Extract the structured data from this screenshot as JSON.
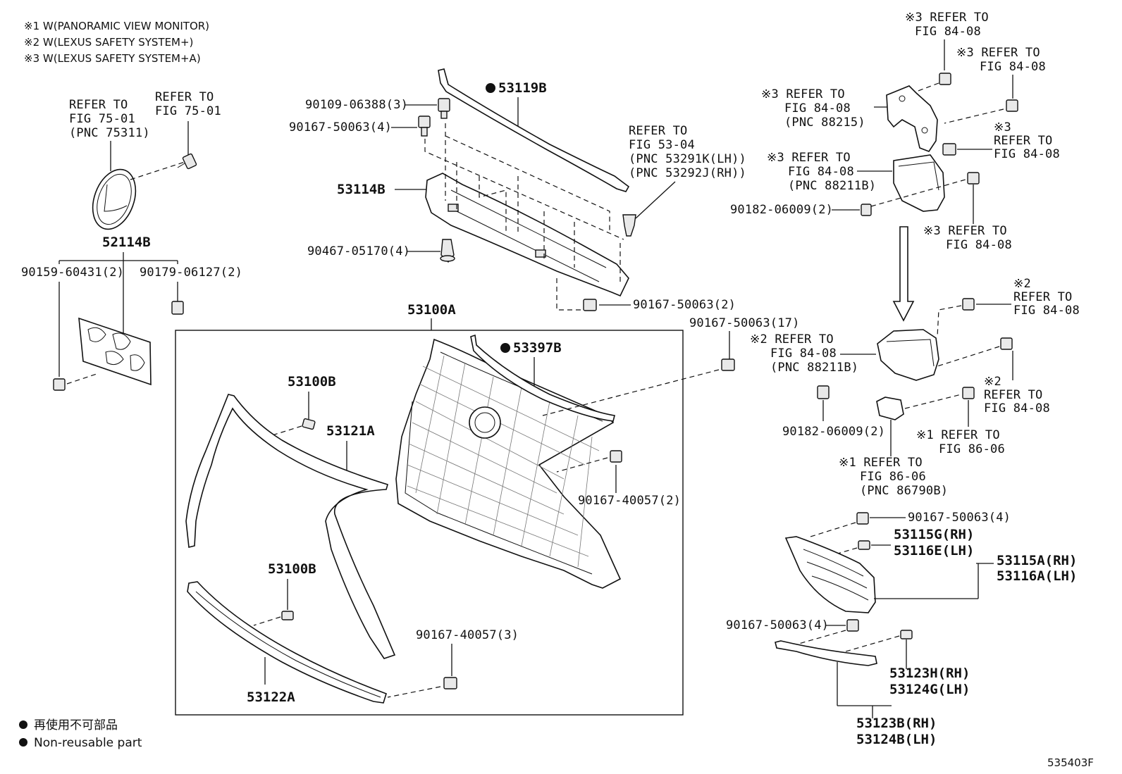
{
  "notes": [
    "※1 W(PANORAMIC VIEW MONITOR)",
    "※2 W(LEXUS SAFETY SYSTEM+)",
    "※3 W(LEXUS SAFETY SYSTEM+A)"
  ],
  "labels": {
    "p52114b": "52114B",
    "p90159": "90159-60431(2)",
    "p90179": "90179-06127(2)",
    "emblem_ref": [
      "REFER TO",
      "FIG 75-01",
      "(PNC 75311)"
    ],
    "emblem_bolt_ref": [
      "REFER TO",
      "FIG 75-01"
    ],
    "p53119b": "53119B",
    "p90109": "90109-06388(3)",
    "p90167_4_top": "90167-50063(4)",
    "p53114b": "53114B",
    "p90467": "90467-05170(4)",
    "ref_53_04": [
      "REFER TO",
      "FIG 53-04",
      "(PNC 53291K(LH))",
      "(PNC 53292J(RH))"
    ],
    "p90167_2": "90167-50063(2)",
    "p53100a": "53100A",
    "p90167_17": "90167-50063(17)",
    "p53397b": "53397B",
    "p53100b_top": "53100B",
    "p53121a": "53121A",
    "p90167_40057_2": "90167-40057(2)",
    "p53100b_bot": "53100B",
    "p90167_40057_3": "90167-40057(3)",
    "p53122a": "53122A",
    "ref3_a": [
      "※3 REFER TO",
      "FIG 84-08"
    ],
    "ref3_b": [
      "※3 REFER TO",
      "FIG 84-08"
    ],
    "ref3_c": [
      "※3 REFER TO",
      "FIG 84-08",
      "(PNC 88215)"
    ],
    "ref3_d": [
      "※3",
      "REFER TO",
      "FIG 84-08"
    ],
    "ref3_e": [
      "※3 REFER TO",
      "FIG 84-08",
      "(PNC 88211B)"
    ],
    "p90182_top": "90182-06009(2)",
    "ref3_f": [
      "※3 REFER TO",
      "FIG 84-08"
    ],
    "ref2_a": [
      "※2",
      "REFER TO",
      "FIG 84-08"
    ],
    "ref2_b": [
      "※2 REFER TO",
      "FIG 84-08",
      "(PNC 88211B)"
    ],
    "ref2_c": [
      "※2",
      "REFER TO",
      "FIG 84-08"
    ],
    "p90182_bot": "90182-06009(2)",
    "ref1_a": [
      "※1 REFER TO",
      "FIG 86-06"
    ],
    "ref1_b": [
      "※1 REFER TO",
      "FIG 86-06",
      "(PNC 86790B)"
    ],
    "p90167_4_right": "90167-50063(4)",
    "p53115g": [
      "53115G(RH)",
      "53116E(LH)"
    ],
    "p53115a": [
      "53115A(RH)",
      "53116A(LH)"
    ],
    "p90167_4_lower": "90167-50063(4)",
    "p53123h": [
      "53123H(RH)",
      "53124G(LH)"
    ],
    "p53123b": [
      "53123B(RH)",
      "53124B(LH)"
    ]
  },
  "legend": {
    "jp": "再使用不可部品",
    "en": "Non-reusable part"
  },
  "figure_id": "535403F"
}
